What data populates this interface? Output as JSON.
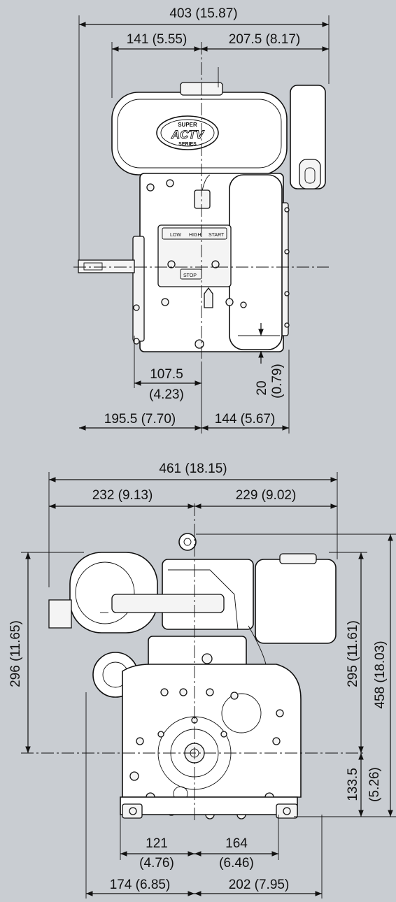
{
  "top_view": {
    "overall_width": "403 (15.87)",
    "left_to_center": "141 (5.55)",
    "right_from_center": "207.5 (8.17)",
    "shaft_offset_value": "107.5",
    "shaft_offset_inch": "(4.23)",
    "base_offset_value": "20",
    "base_offset_inch": "(0.79)",
    "bottom_left": "195.5 (7.70)",
    "bottom_right": "144 (5.67)",
    "logo": {
      "top": "SUPER",
      "middle": "ACTV",
      "bottom": "SERIES"
    },
    "panel_labels": {
      "low": "LOW",
      "high": "HIGH",
      "start": "START",
      "stop": "STOP"
    }
  },
  "front_view": {
    "overall_width": "461 (18.15)",
    "left_to_center": "232 (9.13)",
    "right_from_center": "229 (9.02)",
    "left_height": "296 (11.65)",
    "right_height": "295 (11.61)",
    "total_height": "458 (18.03)",
    "shaft_height_value": "133.5",
    "shaft_height_inch": "(5.26)",
    "base_left_value": "121",
    "base_left_inch": "(4.76)",
    "base_right_value": "164",
    "base_right_inch": "(6.46)",
    "bottom_left": "174 (6.85)",
    "bottom_right": "202 (7.95)"
  }
}
